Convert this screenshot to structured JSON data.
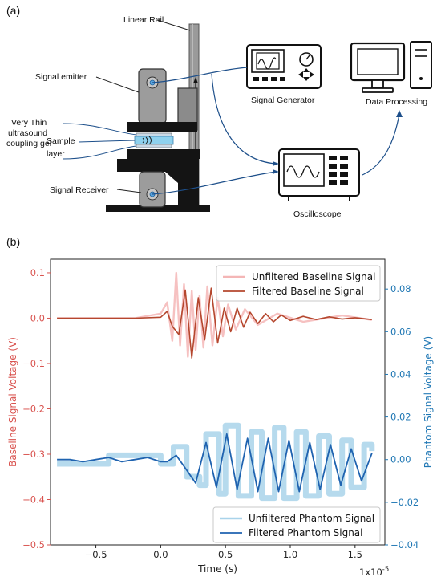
{
  "panel_a": {
    "label": "(a)",
    "labels": {
      "linear_rail": "Linear Rail",
      "signal_emitter": "Signal emitter",
      "gel_line1": "Very Thin",
      "gel_line2": "ultrasound",
      "gel_line3": "coupling gel",
      "gel_line4": "layer",
      "sample": "Sample",
      "signal_receiver": "Signal Receiver",
      "signal_generator": "Signal Generator",
      "data_processing": "Data Processing",
      "oscilloscope": "Oscilloscope"
    }
  },
  "panel_b": {
    "label": "(b)"
  },
  "chart_data": {
    "type": "line",
    "xlabel": "Time (s)",
    "x_multiplier": "1x10",
    "x_multiplier_exp": "-5",
    "ylabel_left": "Baseline Signal Voltage (V)",
    "ylabel_right": "Phantom Signal Voltage (V)",
    "xlim": [
      -0.85,
      1.73
    ],
    "ylim_left": [
      -0.5,
      0.13
    ],
    "ylim_right": [
      -0.04,
      0.094
    ],
    "x_ticks": [
      -0.5,
      0.0,
      0.5,
      1.0,
      1.5
    ],
    "x_tick_labels": [
      "−0.5",
      "0.0",
      "0.5",
      "1.0",
      "1.5"
    ],
    "y_left_ticks": [
      0.1,
      0.0,
      -0.1,
      -0.2,
      -0.3,
      -0.4,
      -0.5
    ],
    "y_left_tick_labels": [
      "0.1",
      "0.0",
      "−0.1",
      "−0.2",
      "−0.3",
      "−0.4",
      "−0.5"
    ],
    "y_right_ticks": [
      0.08,
      0.06,
      0.04,
      0.02,
      0.0,
      -0.02,
      -0.04
    ],
    "y_right_tick_labels": [
      "0.08",
      "0.06",
      "0.04",
      "0.02",
      "0.00",
      "−0.02",
      "−0.04"
    ],
    "colors": {
      "left_axis": "#d9534f",
      "right_axis": "#1f77b4",
      "baseline_filtered": "#b5472e",
      "baseline_unfiltered": "#f4b6b6",
      "phantom_filtered": "#1f63b0",
      "phantom_unfiltered": "#a9d3ea"
    },
    "legend_top": [
      "Unfiltered Baseline Signal",
      "Filtered Baseline Signal"
    ],
    "legend_bottom": [
      "Unfiltered Phantom Signal",
      "Filtered Phantom Signal"
    ],
    "series": [
      {
        "name": "Filtered Baseline Signal",
        "axis": "left",
        "x": [
          -0.8,
          -0.2,
          0.0,
          0.05,
          0.09,
          0.14,
          0.19,
          0.24,
          0.29,
          0.34,
          0.39,
          0.44,
          0.49,
          0.54,
          0.59,
          0.64,
          0.69,
          0.75,
          0.81,
          0.87,
          0.93,
          1.0,
          1.1,
          1.2,
          1.3,
          1.4,
          1.5,
          1.63
        ],
        "y": [
          0.0,
          0.0,
          0.002,
          0.015,
          -0.018,
          -0.036,
          0.062,
          -0.088,
          0.045,
          -0.048,
          0.066,
          -0.055,
          0.022,
          -0.03,
          0.022,
          -0.02,
          0.013,
          -0.012,
          0.01,
          -0.008,
          0.007,
          -0.005,
          0.004,
          -0.003,
          0.003,
          -0.002,
          0.001,
          -0.003
        ]
      },
      {
        "name": "Filtered Phantom Signal",
        "axis": "right",
        "x": [
          -0.8,
          -0.7,
          -0.6,
          -0.5,
          -0.4,
          -0.3,
          -0.2,
          -0.1,
          0.0,
          0.05,
          0.12,
          0.19,
          0.27,
          0.35,
          0.43,
          0.51,
          0.59,
          0.67,
          0.75,
          0.83,
          0.91,
          0.99,
          1.07,
          1.15,
          1.23,
          1.31,
          1.39,
          1.47,
          1.55,
          1.63
        ],
        "y": [
          0.0,
          0.0,
          -0.001,
          0.0,
          0.001,
          -0.001,
          0.0,
          0.001,
          -0.001,
          -0.001,
          0.002,
          -0.004,
          -0.011,
          0.008,
          -0.013,
          0.012,
          -0.014,
          0.01,
          -0.015,
          0.01,
          -0.015,
          0.009,
          -0.015,
          0.008,
          -0.014,
          0.007,
          -0.012,
          0.005,
          -0.01,
          0.003
        ]
      },
      {
        "name": "Unfiltered Baseline Signal",
        "axis": "left",
        "x": [
          -0.8,
          -0.2,
          0.0,
          0.05,
          0.09,
          0.12,
          0.15,
          0.18,
          0.21,
          0.24,
          0.27,
          0.3,
          0.33,
          0.36,
          0.4,
          0.44,
          0.48,
          0.52,
          0.58,
          0.65,
          0.75,
          0.9,
          1.1,
          1.4,
          1.63
        ],
        "y": [
          0.0,
          0.0,
          0.01,
          0.035,
          -0.05,
          0.1,
          -0.06,
          0.075,
          -0.085,
          0.06,
          -0.07,
          0.05,
          -0.065,
          0.07,
          -0.06,
          0.045,
          -0.04,
          0.03,
          -0.025,
          0.02,
          -0.015,
          0.01,
          -0.008,
          0.006,
          -0.004
        ]
      },
      {
        "name": "Unfiltered Phantom Signal",
        "axis": "right",
        "x": [
          -0.8,
          -0.4,
          0.0,
          0.1,
          0.2,
          0.3,
          0.35,
          0.45,
          0.5,
          0.6,
          0.7,
          0.78,
          0.88,
          0.95,
          1.05,
          1.12,
          1.22,
          1.3,
          1.4,
          1.47,
          1.57,
          1.63
        ],
        "y": [
          -0.002,
          0.002,
          -0.002,
          0.006,
          -0.008,
          -0.012,
          0.012,
          -0.016,
          0.016,
          -0.017,
          0.013,
          -0.018,
          0.015,
          -0.018,
          0.013,
          -0.017,
          0.011,
          -0.016,
          0.009,
          -0.013,
          0.007,
          0.004
        ]
      }
    ]
  }
}
